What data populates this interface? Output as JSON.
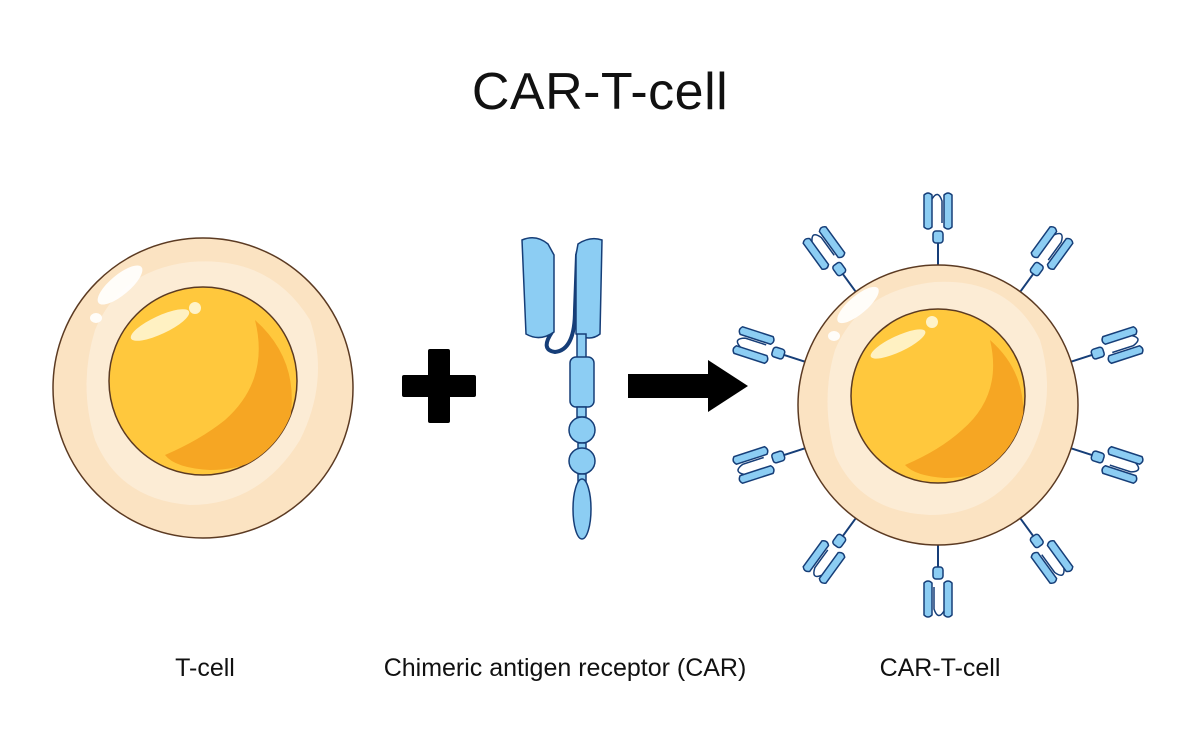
{
  "title": "CAR-T-cell",
  "labels": {
    "t_cell": "T-cell",
    "car": "Chimeric antigen receptor (CAR)",
    "car_t_cell": "CAR-T-cell"
  },
  "colors": {
    "cell_outer": "#fbe3c2",
    "cell_glow": "#fdeed9",
    "cell_outline": "#5b3a22",
    "nucleus": "#ffc83d",
    "nucleus_shade": "#f6a623",
    "receptor_fill": "#8ccdf3",
    "receptor_outline": "#163e78",
    "symbol": "#000000"
  },
  "icons": [
    "plus-icon",
    "arrow-right-icon",
    "receptor-icon"
  ],
  "car_t_cell": {
    "receptor_count": 10
  }
}
